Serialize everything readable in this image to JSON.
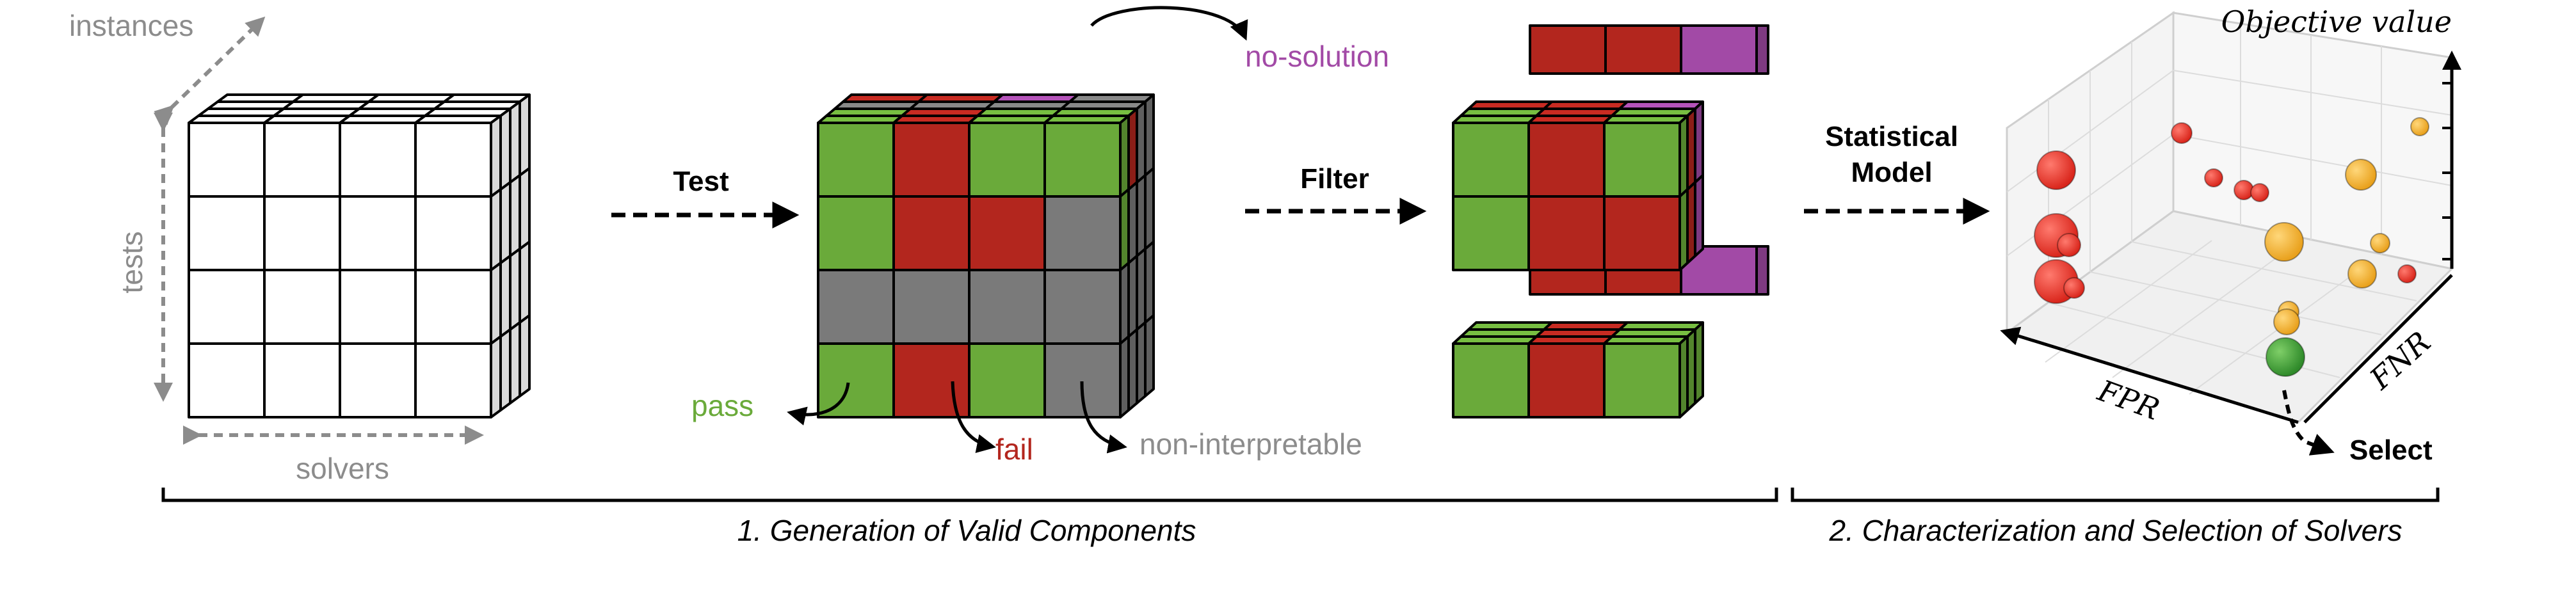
{
  "colors": {
    "pass": "#6aaa3a",
    "fail": "#b3261e",
    "non_interpretable": "#7a7a7a",
    "no_solution": "#a24aa6",
    "orange": "#f0b030",
    "axis_gray": "#8c8c8c"
  },
  "cube": {
    "axis_instances": "instances",
    "axis_tests": "tests",
    "axis_solvers": "solvers"
  },
  "steps": {
    "test": "Test",
    "filter": "Filter",
    "statistical_model_line1": "Statistical",
    "statistical_model_line2": "Model",
    "select": "Select"
  },
  "legend": {
    "pass": "pass",
    "fail": "fail",
    "non_interpretable": "non-interpretable",
    "no_solution": "no-solution"
  },
  "plot": {
    "z_label": "Objective value",
    "x_label": "FPR",
    "y_label": "FNR"
  },
  "sections": {
    "section1": "1. Generation of Valid Components",
    "section2": "2. Characterization and Selection of Solvers"
  }
}
